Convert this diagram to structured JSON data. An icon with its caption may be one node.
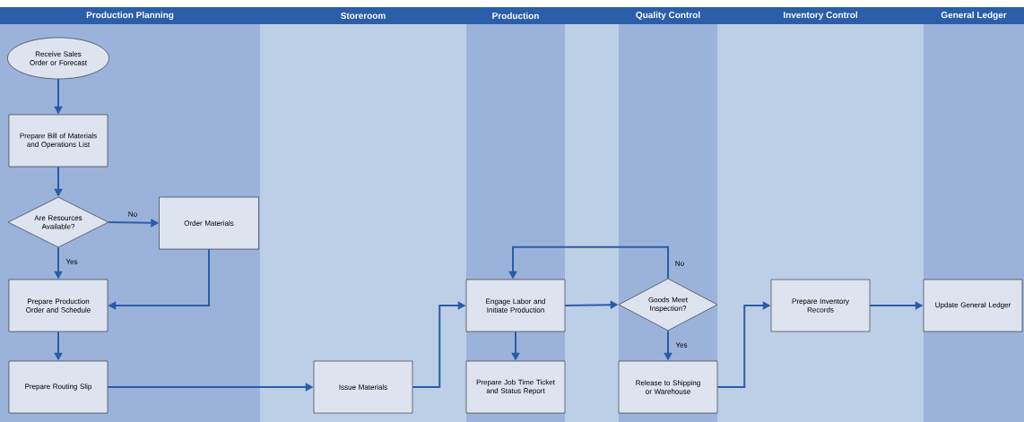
{
  "diagram": {
    "nodes": [
      {
        "text": [
          "Production Planning"
        ]
      },
      {
        "text": [
          "Storeroom"
        ]
      },
      {
        "text": [
          "Production"
        ]
      },
      {
        "text": [
          "Quality Control"
        ]
      },
      {
        "text": [
          "Inventory Control"
        ]
      },
      {
        "text": [
          "General Ledger"
        ]
      },
      {
        "text": [
          "Receive Sales Order or Forecast"
        ],
        "in": 0
      },
      {
        "text": [
          "Prepare Bill of Materials and Operations List"
        ],
        "in": 0
      },
      {
        "text": [
          "Are Resources Available?"
        ],
        "in": 0
      },
      {
        "text": [
          "Order Materials"
        ],
        "in": 0
      },
      {
        "text": [
          "Prepare Production Order and Schedule"
        ],
        "in": 0
      },
      {
        "text": [
          "Prepare Routing Slip"
        ],
        "in": 0
      },
      {
        "text": [
          "Issue Materials"
        ],
        "in": 1
      },
      {
        "text": [
          "Engage Labor and Initiate Production"
        ],
        "in": 2
      },
      {
        "text": [
          "Prepare Job Time Ticket and Status Report"
        ],
        "in": 2
      },
      {
        "text": [
          "Goods Meet Inspection?"
        ],
        "in": 3
      },
      {
        "text": [
          "Release to Shipping or Warehouse"
        ],
        "in": 3
      },
      {
        "text": [
          "Prepare Inventory Records"
        ],
        "in": 4
      },
      {
        "text": [
          "Update General Ledger"
        ],
        "in": 5
      }
    ],
    "edges": [
      {
        "from": 6,
        "to": 7,
        "arrow": "to"
      },
      {
        "from": 7,
        "to": 8,
        "arrow": "to"
      },
      {
        "from": 8,
        "to": 9,
        "arrow": "to",
        "label": "No"
      },
      {
        "from": 8,
        "to": 10,
        "arrow": "to",
        "label": "Yes"
      },
      {
        "from": 9,
        "to": 10,
        "arrow": "to"
      },
      {
        "from": 10,
        "to": 11,
        "arrow": "to"
      },
      {
        "from": 11,
        "to": 12,
        "arrow": "to"
      },
      {
        "from": 12,
        "to": 13,
        "arrow": "to"
      },
      {
        "from": 13,
        "to": 14,
        "arrow": "to"
      },
      {
        "from": 13,
        "to": 15,
        "arrow": "to"
      },
      {
        "from": 15,
        "to": 13,
        "arrow": "to",
        "label": "No"
      },
      {
        "from": 15,
        "to": 16,
        "arrow": "to",
        "label": "Yes"
      },
      {
        "from": 16,
        "to": 17,
        "arrow": "to"
      },
      {
        "from": 17,
        "to": 18,
        "arrow": "to"
      }
    ]
  }
}
